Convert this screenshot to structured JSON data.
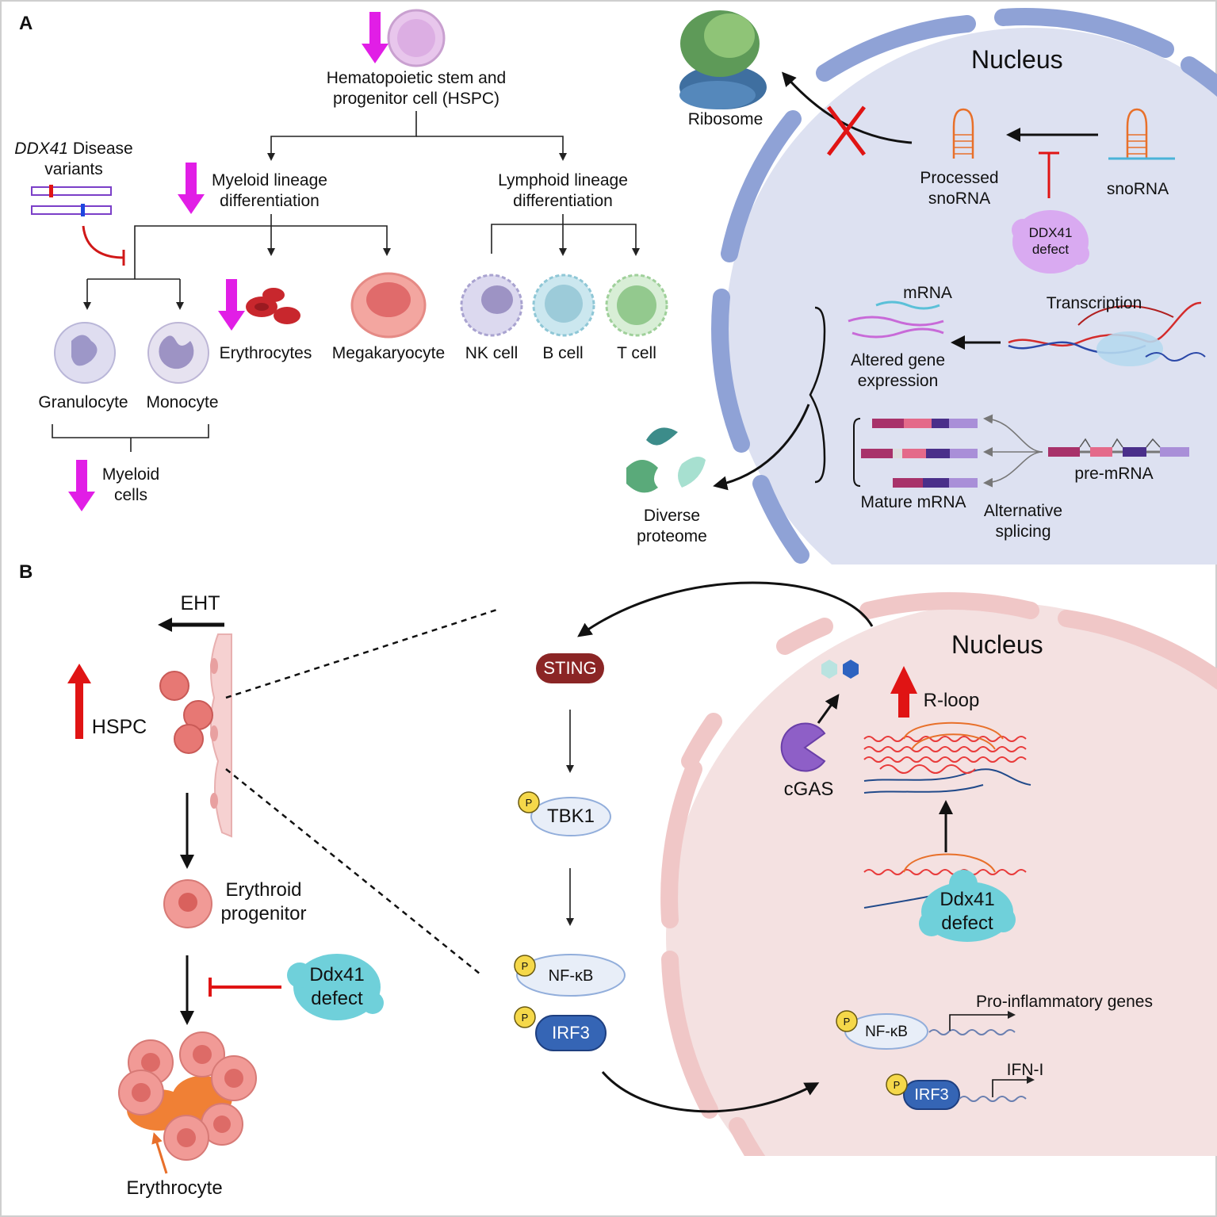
{
  "panels": {
    "a": "A",
    "b": "B"
  },
  "A": {
    "hspc": "Hematopoietic stem and progenitor cell (HSPC)",
    "ddx41_italic": "DDX41",
    "ddx41_rest": " Disease variants",
    "myeloid_diff": "Myeloid lineage differentiation",
    "lymphoid_diff": "Lymphoid lineage differentiation",
    "cells": {
      "granulocyte": "Granulocyte",
      "monocyte": "Monocyte",
      "erythrocytes": "Erythrocytes",
      "megakaryocyte": "Megakaryocyte",
      "nk": "NK cell",
      "b": "B cell",
      "t": "T cell"
    },
    "myeloid_cells": "Myeloid cells",
    "nucleus": "Nucleus",
    "ribosome": "Ribosome",
    "processed_snorna": "Processed snoRNA",
    "snorna": "snoRNA",
    "ddx41_defect": "DDX41 defect",
    "mrna": "mRNA",
    "transcription": "Transcription",
    "altered_expression": "Altered gene expression",
    "pre_mrna": "pre-mRNA",
    "mature_mrna": "Mature mRNA",
    "alt_splicing": "Alternative splicing",
    "diverse_proteome": "Diverse proteome"
  },
  "B": {
    "eht": "EHT",
    "hspc": "HSPC",
    "erythroid_progenitor": "Erythroid progenitor",
    "ddx41_defect": "Ddx41 defect",
    "erythrocyte": "Erythrocyte",
    "sting": "STING",
    "tbk1": "TBK1",
    "nfkb": "NF-κB",
    "irf3": "IRF3",
    "p": "P",
    "nucleus": "Nucleus",
    "rloop": "R-loop",
    "cgas": "cGAS",
    "pro_inflammatory": "Pro-inflammatory genes",
    "ifn": "IFN-I"
  },
  "colors": {
    "magenta_arrow": "#e11ee6",
    "red_arrow": "#e01414",
    "nucleus_a": "#dde1f1",
    "envelope_a": "#8fa2d6",
    "nucleus_b": "#f4e1e1",
    "envelope_b": "#f0c7c7",
    "sting": "#8b2525",
    "irf3": "#3565b5",
    "ddx41_blob": "#6fd0da"
  }
}
